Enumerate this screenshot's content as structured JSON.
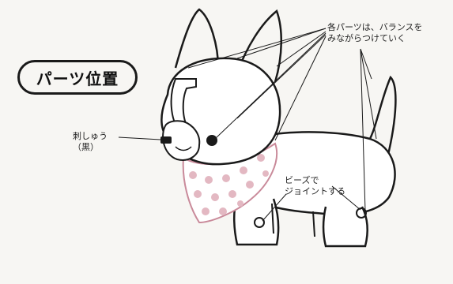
{
  "title": "パーツ位置",
  "labels": {
    "balance": "各パーツは、バランスを\nみながらつけていく",
    "embroidery": "刺しゅう\n（黒）",
    "bead": "ビーズで\nジョイントする"
  },
  "colors": {
    "line": "#1a1a1a",
    "paper": "#f7f6f3",
    "bandana": "#ffffff",
    "dots": "#e3b8c2",
    "bandana_edge": "#c98a9a"
  }
}
